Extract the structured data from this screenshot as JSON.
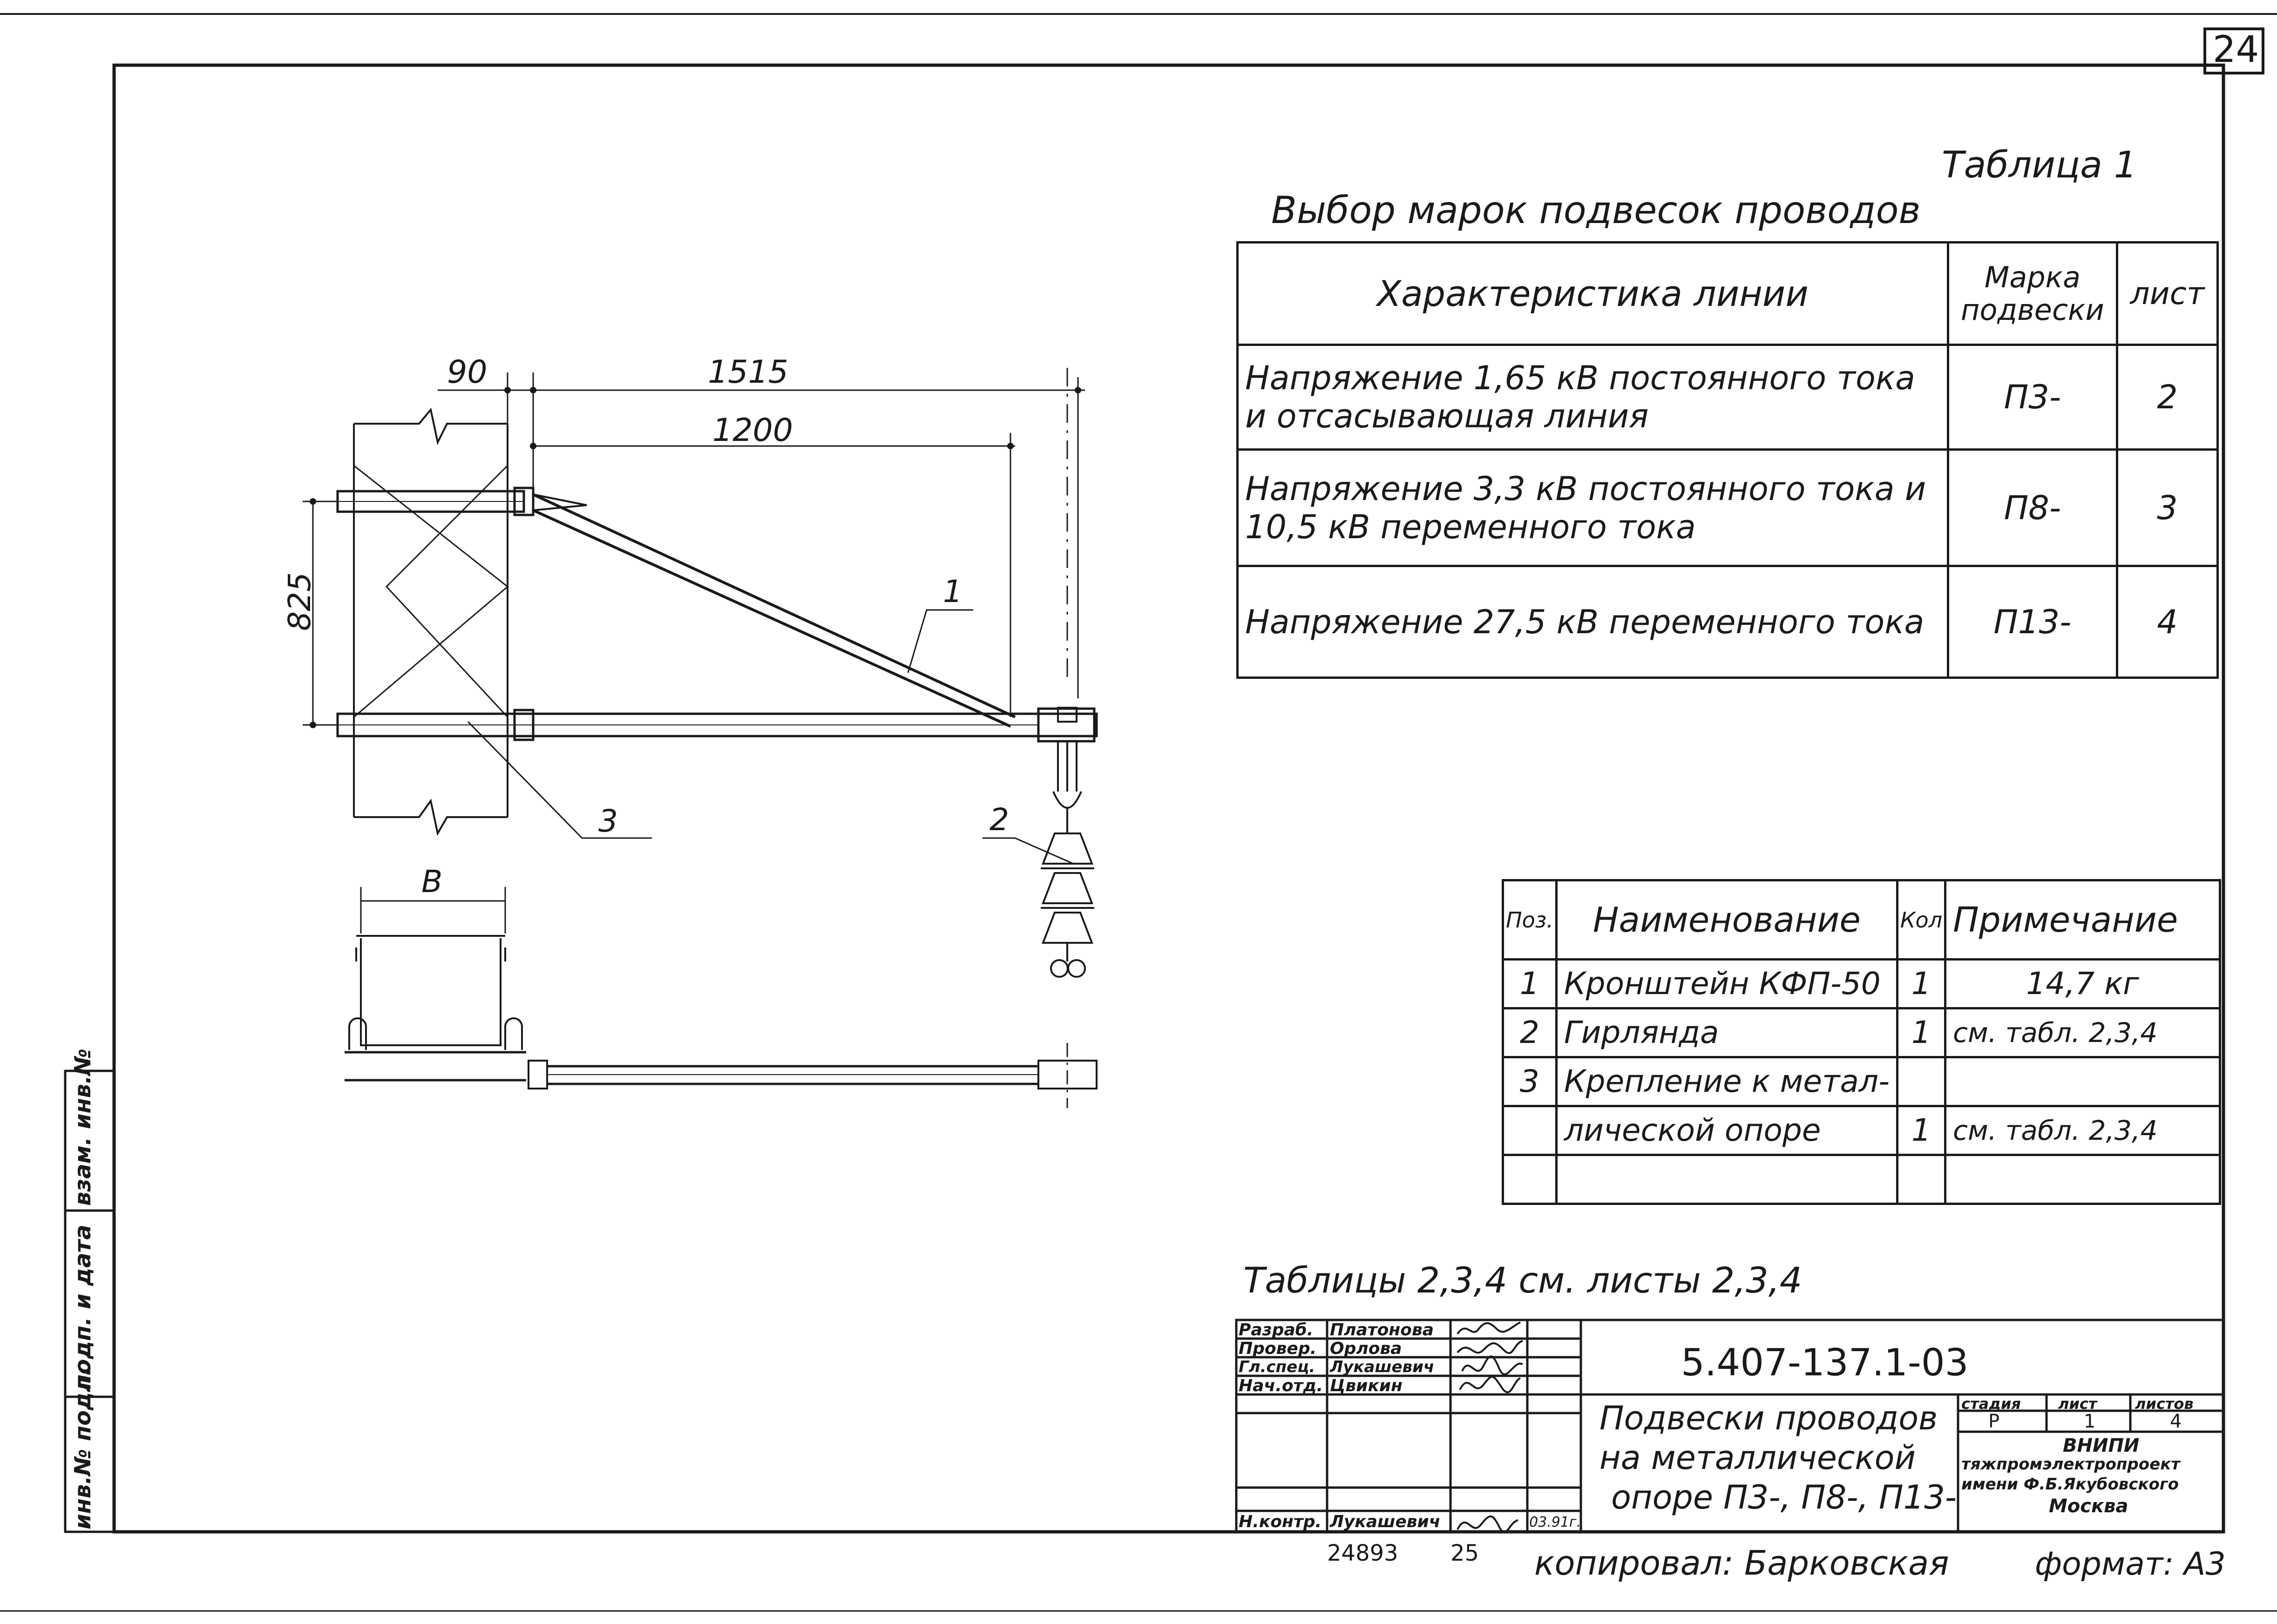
{
  "sheet_number": "24",
  "table1": {
    "caption": "Таблица 1",
    "title": "Выбор марок подвесок проводов",
    "headers": [
      "Характеристика линии",
      "Марка подвески",
      "лист"
    ],
    "rows": [
      {
        "characteristic": "Напряжение 1,65 кВ постоянного тока и отсасывающая линия",
        "mark": "П3-",
        "sheet": "2"
      },
      {
        "characteristic": "Напряжение 3,3 кВ постоянного тока и 10,5 кВ переменного тока",
        "mark": "П8-",
        "sheet": "3"
      },
      {
        "characteristic": "Напряжение 27,5 кВ переменного тока",
        "mark": "П13-",
        "sheet": "4"
      }
    ]
  },
  "drawing": {
    "dim_90": "90",
    "dim_1515": "1515",
    "dim_1200": "1200",
    "dim_825": "825",
    "dim_b": "В",
    "leader_1": "1",
    "leader_2": "2",
    "leader_3": "3"
  },
  "spec_table": {
    "headers": [
      "Поз.",
      "Наименование",
      "Кол",
      "Примечание"
    ],
    "rows": [
      {
        "pos": "1",
        "name": "Кронштейн КФП-50",
        "qty": "1",
        "note": "14,7 кг"
      },
      {
        "pos": "2",
        "name": "Гирлянда",
        "qty": "1",
        "note": "см. табл. 2,3,4"
      },
      {
        "pos": "3",
        "name": "Крепление к метал-",
        "qty": "",
        "note": ""
      },
      {
        "pos": "",
        "name": "лической опоре",
        "qty": "1",
        "note": "см. табл. 2,3,4"
      },
      {
        "pos": "",
        "name": "",
        "qty": "",
        "note": ""
      }
    ]
  },
  "note": "Таблицы 2,3,4 см. листы 2,3,4",
  "title_block": {
    "doc_code": "5.407-137.1-03",
    "title": [
      "Подвески проводов",
      "на металлической",
      "опоре П3-, П8-, П13-"
    ],
    "roles": [
      {
        "role": "Разраб.",
        "name": "Платонова"
      },
      {
        "role": "Провер.",
        "name": "Орлова"
      },
      {
        "role": "Гл.спец.",
        "name": "Лукашевич"
      },
      {
        "role": "Нач.отд.",
        "name": "Цвикин"
      },
      {
        "role": "",
        "name": ""
      },
      {
        "role": "",
        "name": ""
      },
      {
        "role": "Н.контр.",
        "name": "Лукашевич"
      }
    ],
    "date": "03.91г.",
    "stage_label": "стадия",
    "sheet_label": "лист",
    "sheets_label": "листов",
    "stage": "Р",
    "sheet": "1",
    "sheets": "4",
    "org": [
      "ВНИПИ",
      "тяжпромэлектропроект",
      "имени Ф.Б.Якубовского",
      "Москва"
    ]
  },
  "footer": {
    "inventory": "24893",
    "num": "25",
    "copied": "копировал: Барковская",
    "format": "формат: А3"
  },
  "side_stamp": [
    "инв.№ подл.",
    "подп. и дата",
    "взам. инв.№"
  ]
}
